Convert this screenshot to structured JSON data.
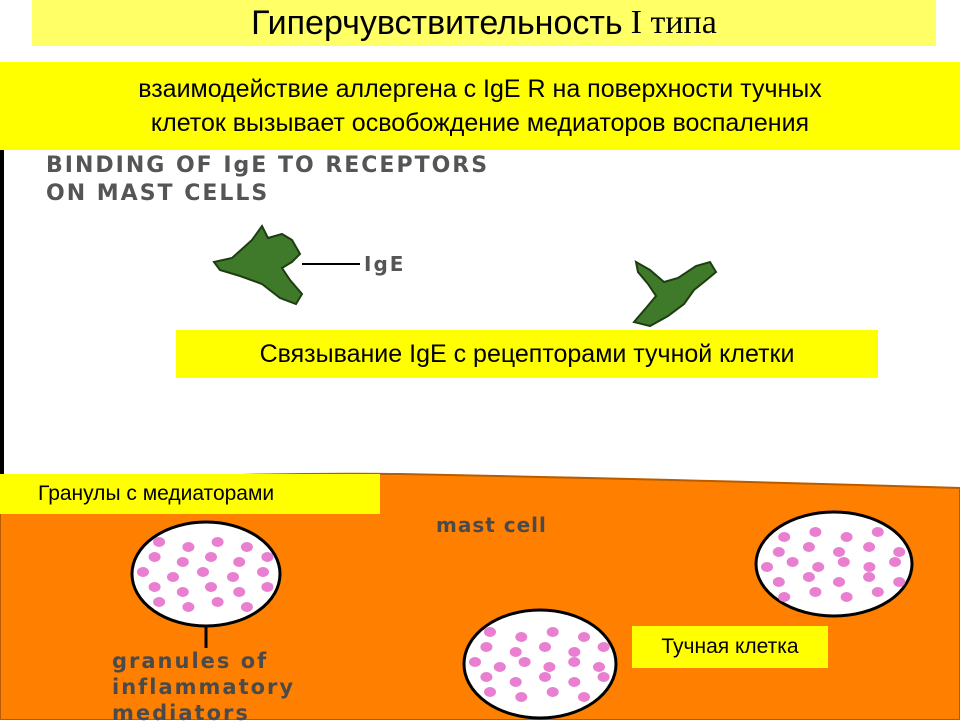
{
  "title": {
    "main": "Гиперчувствительность",
    "type_part": "I типа"
  },
  "subtitle": {
    "line1": "взаимодействие  аллергена с  IgE R на поверхности тучных",
    "line2": "клеток вызывает освобождение медиаторов воспаления"
  },
  "diagram": {
    "binding_caption_line1": "BINDING OF IgE TO RECEPTORS",
    "binding_caption_line2": "ON MAST CELLS",
    "ige_label": "IgE",
    "mast_cell_label": "mast cell",
    "granules_caption_line1": "granules of",
    "granules_caption_line2": "inflammatory",
    "granules_caption_line3": "mediators"
  },
  "notes": {
    "binding": "Связывание IgE с рецепторами тучной клетки",
    "granules": "Гранулы с  медиаторами",
    "mast_cell": "Тучная клетка"
  },
  "colors": {
    "title_bg": "#ffff66",
    "note_bg": "#ffff00",
    "cell_orange": "#ff8000",
    "antibody_green": "#3f7a2a",
    "granule_pink": "#e87fd0"
  }
}
